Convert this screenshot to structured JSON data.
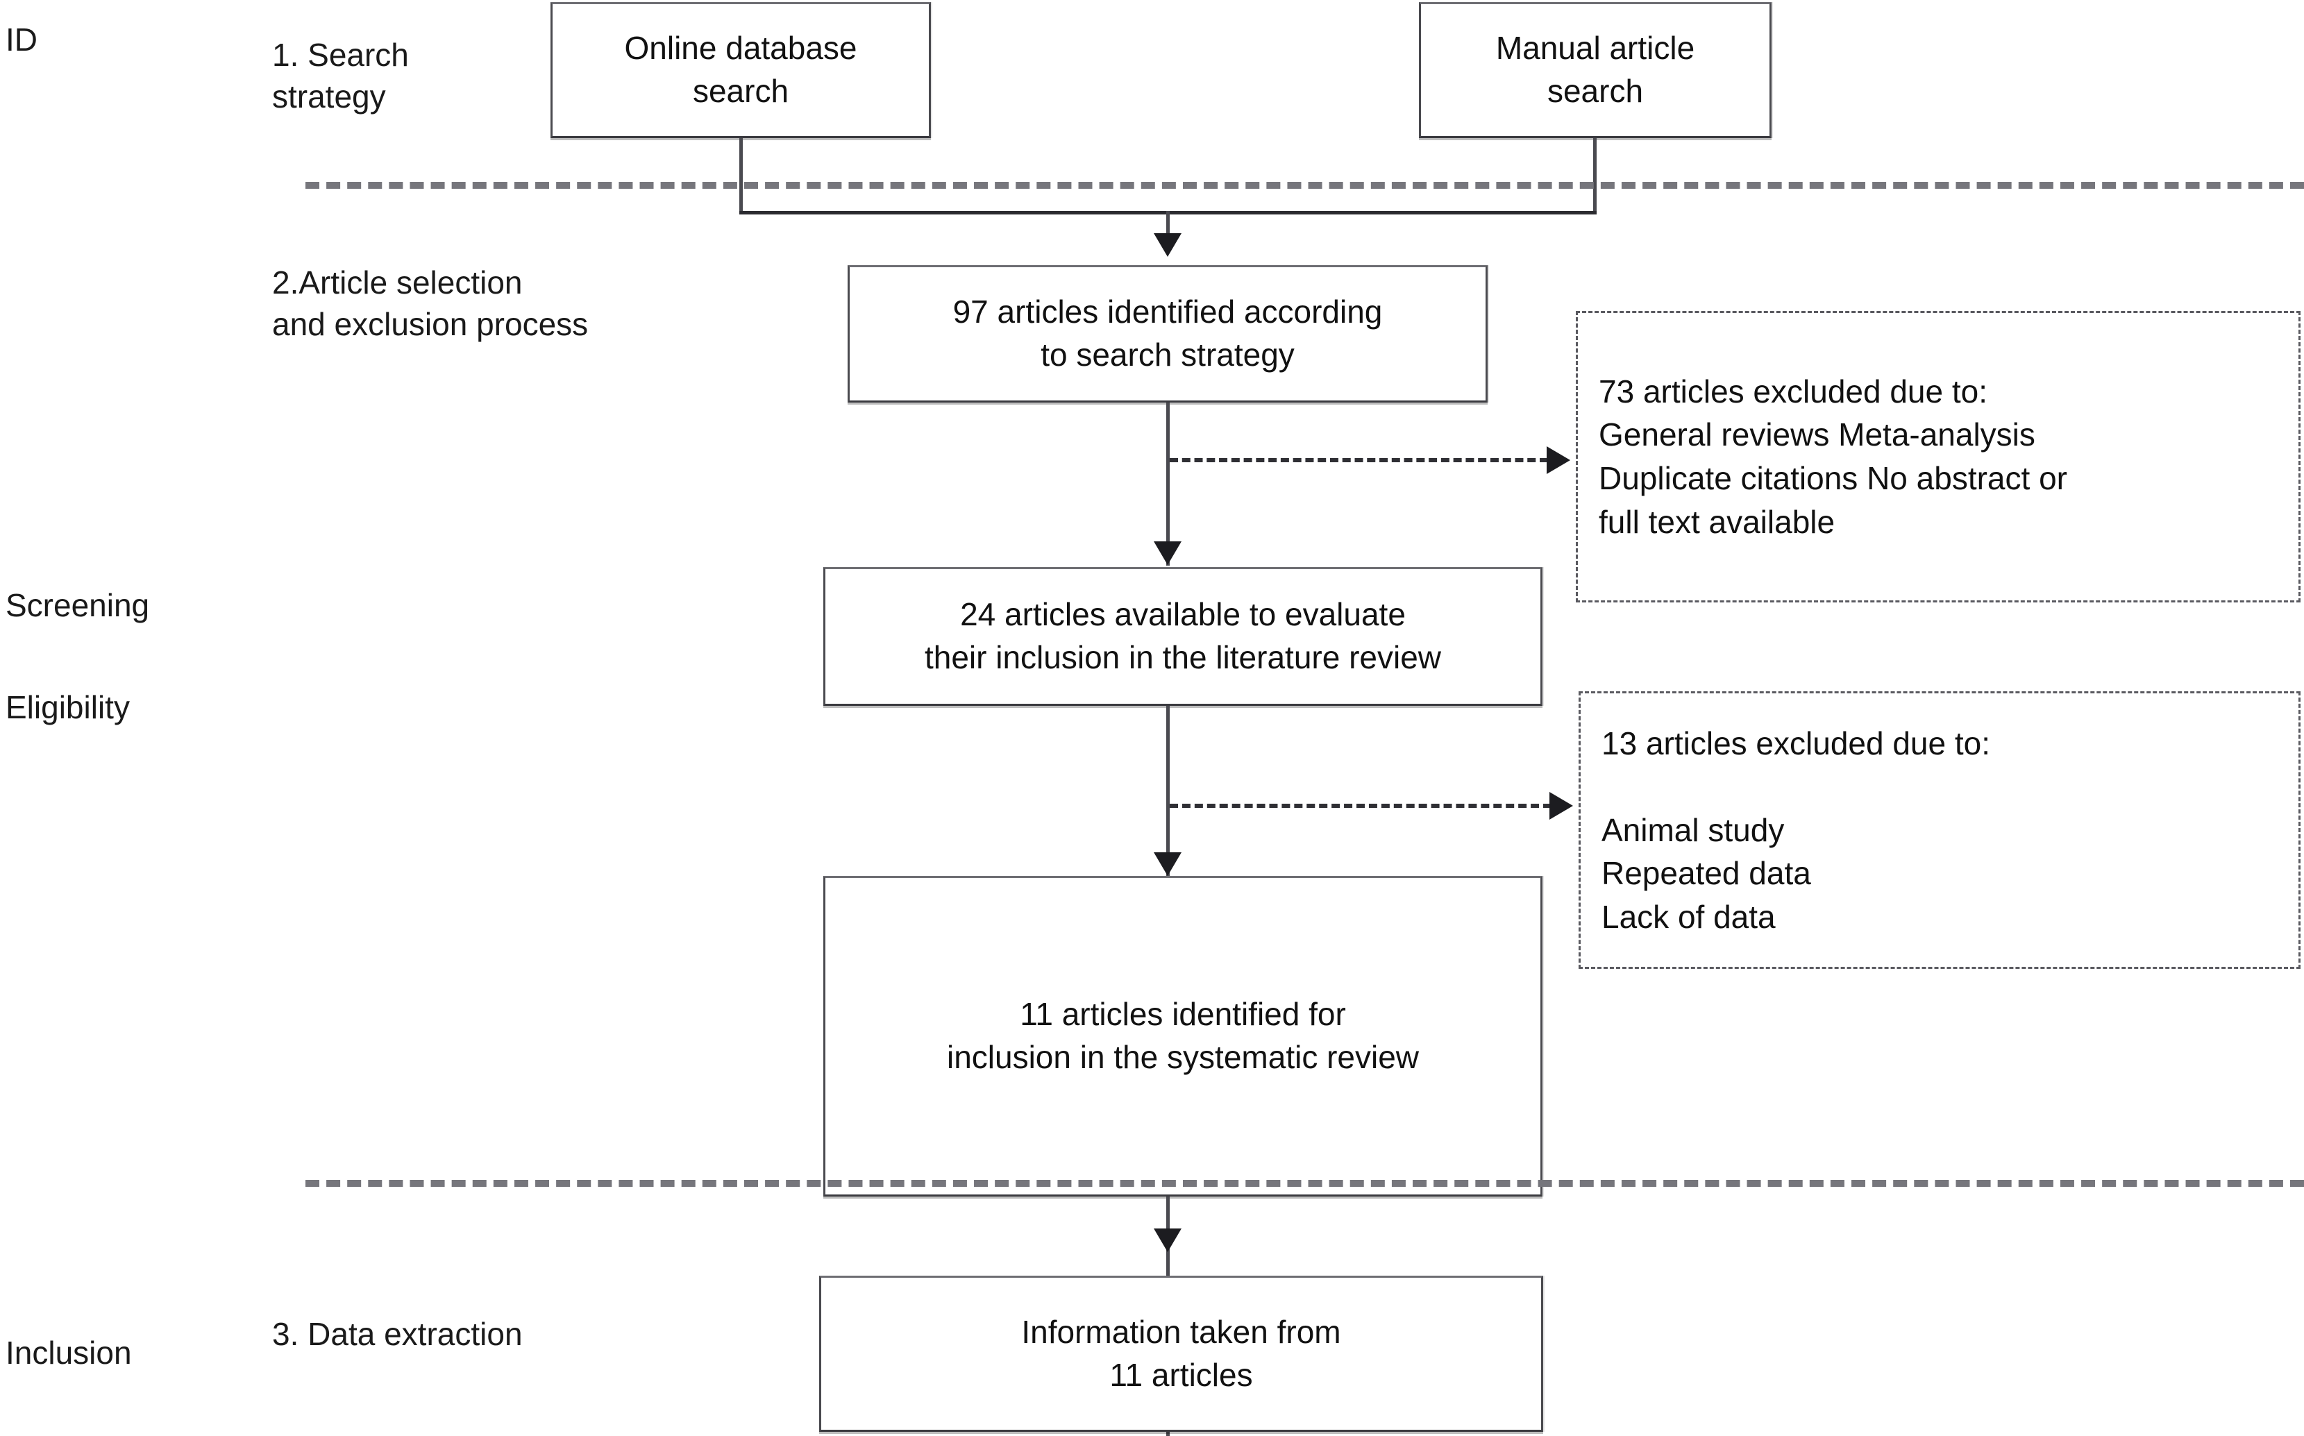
{
  "diagram": {
    "title": "PRISMA study selection flow diagram",
    "stages": [
      {
        "id": "id",
        "label": "ID"
      },
      {
        "id": "screening",
        "label": "Screening"
      },
      {
        "id": "eligibility",
        "label": "Eligibility"
      },
      {
        "id": "inclusion",
        "label": "Inclusion"
      }
    ],
    "steps": [
      {
        "id": "search-strategy",
        "label": "1. Search\nstrategy"
      },
      {
        "id": "article-selection",
        "label": "2.Article selection\nand exclusion process"
      },
      {
        "id": "data-extraction",
        "label": "3. Data extraction"
      }
    ],
    "boxes": [
      {
        "id": "online-database-search",
        "label": "Online database\nsearch"
      },
      {
        "id": "manual-article-search",
        "label": "Manual article\nsearch"
      },
      {
        "id": "identified-articles",
        "label": "97 articles identified according\nto search strategy",
        "count": 97
      },
      {
        "id": "available-articles",
        "label": "24 articles available to evaluate\ntheir inclusion in the literature review",
        "count": 24
      },
      {
        "id": "included-articles",
        "label": "11 articles identified for\ninclusion in the systematic review",
        "count": 11
      },
      {
        "id": "data-extracted",
        "label": "Information taken from\n11 articles",
        "count": 11
      }
    ],
    "exclusions": [
      {
        "id": "screening-exclusions",
        "count": 73,
        "heading": "73 articles excluded due to:",
        "body": "General reviews Meta-analysis\nDuplicate citations No abstract or\nfull text available",
        "full": "73 articles excluded due to:\nGeneral reviews Meta-analysis\nDuplicate citations No abstract or\nfull text available"
      },
      {
        "id": "eligibility-exclusions",
        "count": 13,
        "heading": "13 articles excluded due to:",
        "body": "Animal study\nRepeated data\nLack of data",
        "full": "13 articles excluded due to:\n\nAnimal study\nRepeated data\nLack of data"
      }
    ],
    "colors": {
      "background": "#ffffff",
      "text": "#111111",
      "box_border": "#4a4a4f",
      "dashed_border": "#5a5a60",
      "separator": "#76767c",
      "connector": "#4a4a50",
      "arrow": "#1c1c20"
    }
  }
}
